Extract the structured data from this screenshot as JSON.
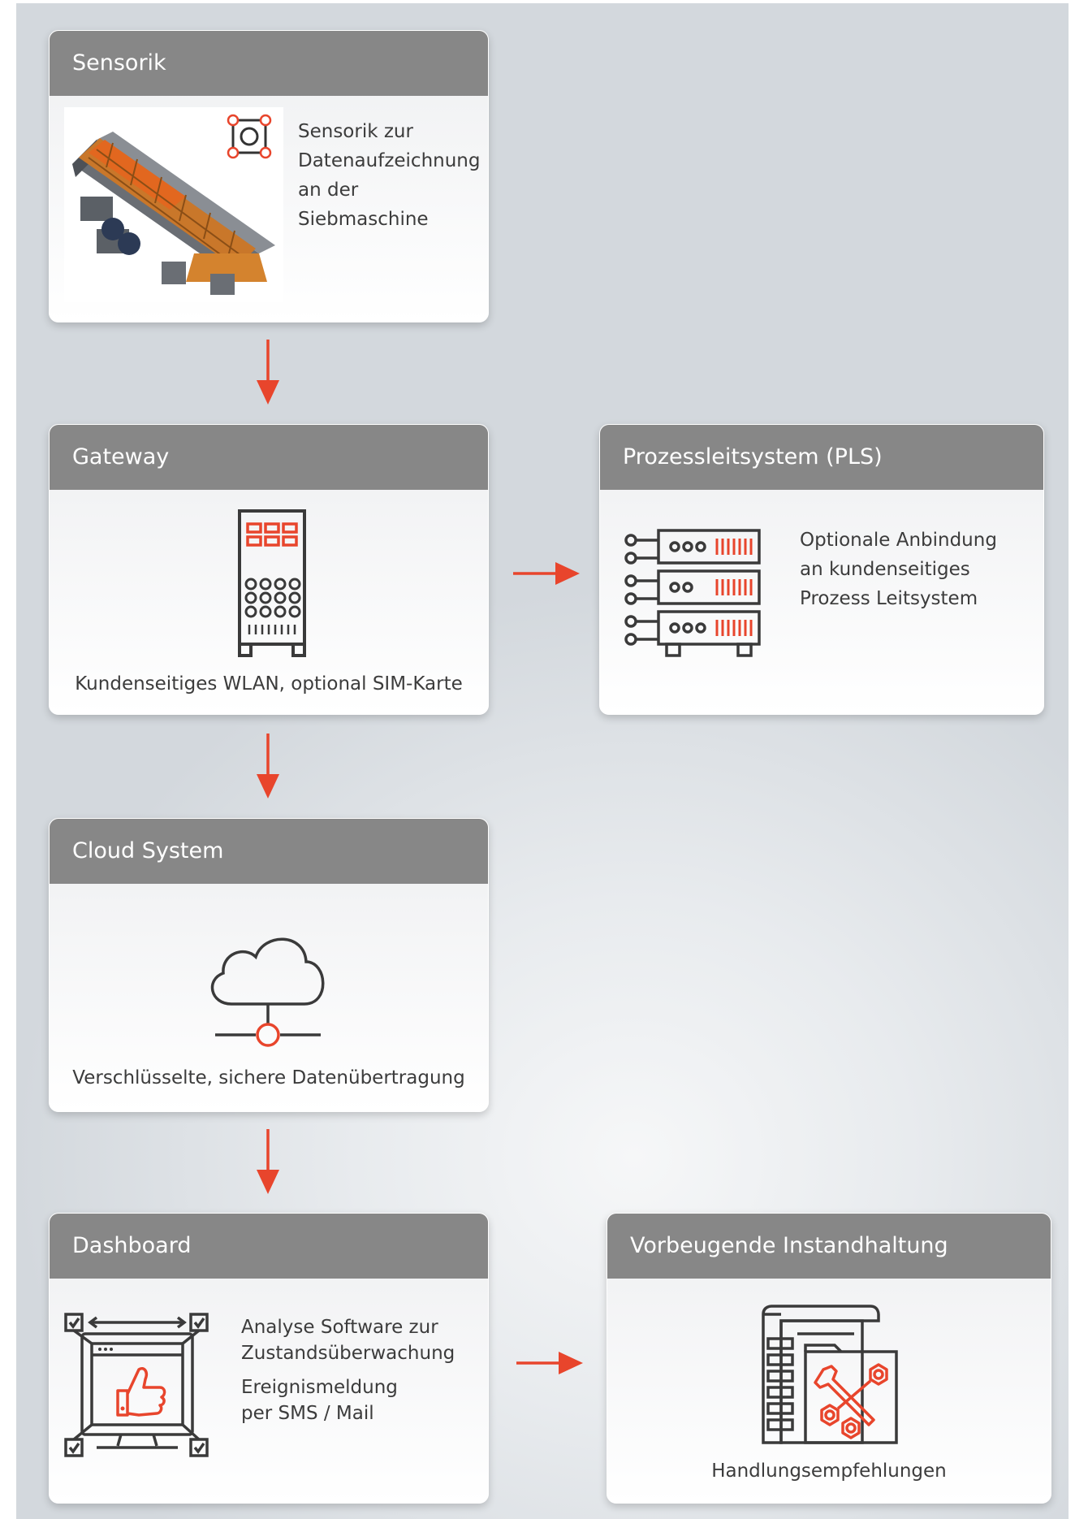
{
  "colors": {
    "accent": "#e8452c",
    "header_bg": "#878787",
    "icon_stroke": "#3a3a3a"
  },
  "cards": {
    "sensorik": {
      "title": "Sensorik",
      "desc": [
        "Sensorik zur",
        "Datenaufzeichnung",
        "an der",
        "Siebmaschine"
      ],
      "icons": [
        "screening-machine-image",
        "sensor-icon"
      ]
    },
    "gateway": {
      "title": "Gateway",
      "caption": "Kundenseitiges WLAN, optional SIM-Karte",
      "icon": "gateway-cabinet-icon"
    },
    "pls": {
      "title": "Prozessleitsystem (PLS)",
      "desc": [
        "Optionale Anbindung",
        "an kundenseitiges",
        "Prozess Leitsystem"
      ],
      "icon": "server-rack-icon"
    },
    "cloud": {
      "title": "Cloud System",
      "caption": "Verschlüsselte, sichere Datenübertragung",
      "icon": "cloud-network-icon"
    },
    "dashboard": {
      "title": "Dashboard",
      "desc": [
        "Analyse Software zur",
        "Zustandsüberwachung",
        "Ereignismeldung",
        "per SMS / Mail"
      ],
      "icon": "monitor-thumbs-up-icon"
    },
    "maintenance": {
      "title": "Vorbeugende Instandhaltung",
      "caption": "Handlungsempfehlungen",
      "icon": "tools-document-icon"
    }
  },
  "arrows": [
    "sensorik-to-gateway",
    "gateway-to-pls",
    "gateway-to-cloud",
    "cloud-to-dashboard",
    "dashboard-to-maintenance"
  ]
}
